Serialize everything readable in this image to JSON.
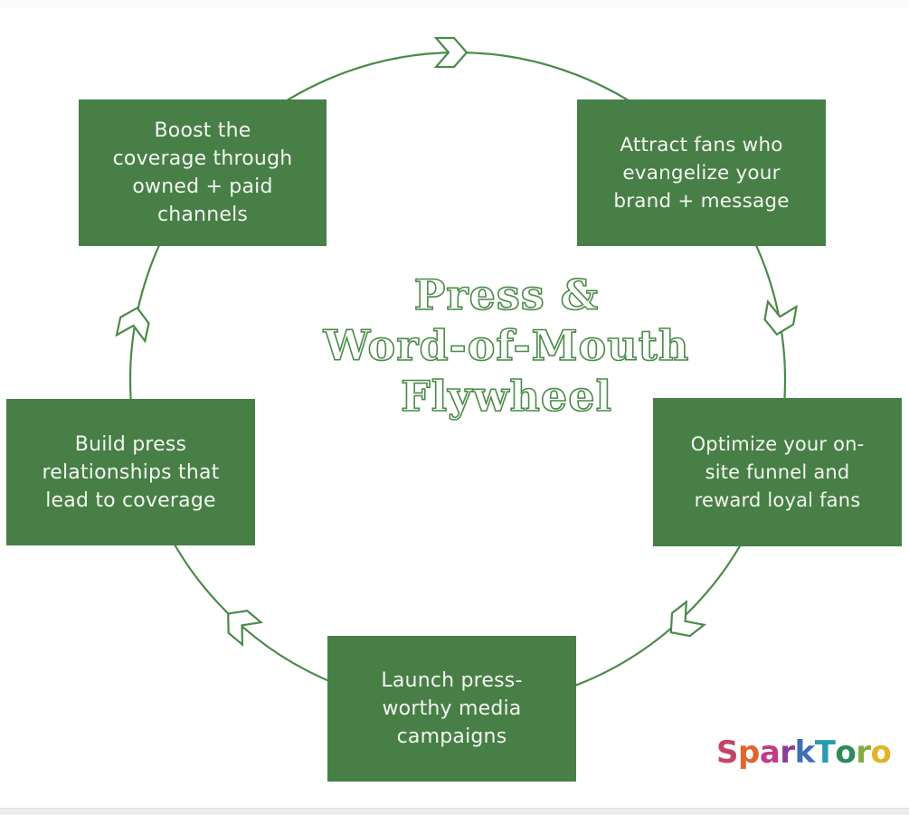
{
  "diagram": {
    "title": "Press &\nWord-of-Mouth\nFlywheel",
    "type": "cycle",
    "direction": "clockwise",
    "colors": {
      "box_fill": "#477f46",
      "box_text": "#f4f6f2",
      "ring_stroke": "#4a8a49",
      "title_outline": "#4a8a49"
    },
    "steps": [
      {
        "id": "boost",
        "label": "Boost the\ncoverage through\nowned + paid\nchannels"
      },
      {
        "id": "attract",
        "label": "Attract fans who\nevangelize your\nbrand + message"
      },
      {
        "id": "optimize",
        "label": "Optimize your on-\nsite funnel and\nreward loyal fans"
      },
      {
        "id": "launch",
        "label": "Launch press-\nworthy media\ncampaigns"
      },
      {
        "id": "build",
        "label": "Build press\nrelationships that\nlead to coverage"
      }
    ]
  },
  "brand": {
    "logo_text": "SparkToro",
    "logo_letters": [
      {
        "ch": "S",
        "color": "#c2456a"
      },
      {
        "ch": "p",
        "color": "#e0662f"
      },
      {
        "ch": "a",
        "color": "#c23b8a"
      },
      {
        "ch": "r",
        "color": "#8a3e9a"
      },
      {
        "ch": "k",
        "color": "#3e6fb5"
      },
      {
        "ch": "T",
        "color": "#2a9bb0"
      },
      {
        "ch": "o",
        "color": "#2f8a5a"
      },
      {
        "ch": "r",
        "color": "#7fae3c"
      },
      {
        "ch": "o",
        "color": "#e3b325"
      }
    ]
  }
}
